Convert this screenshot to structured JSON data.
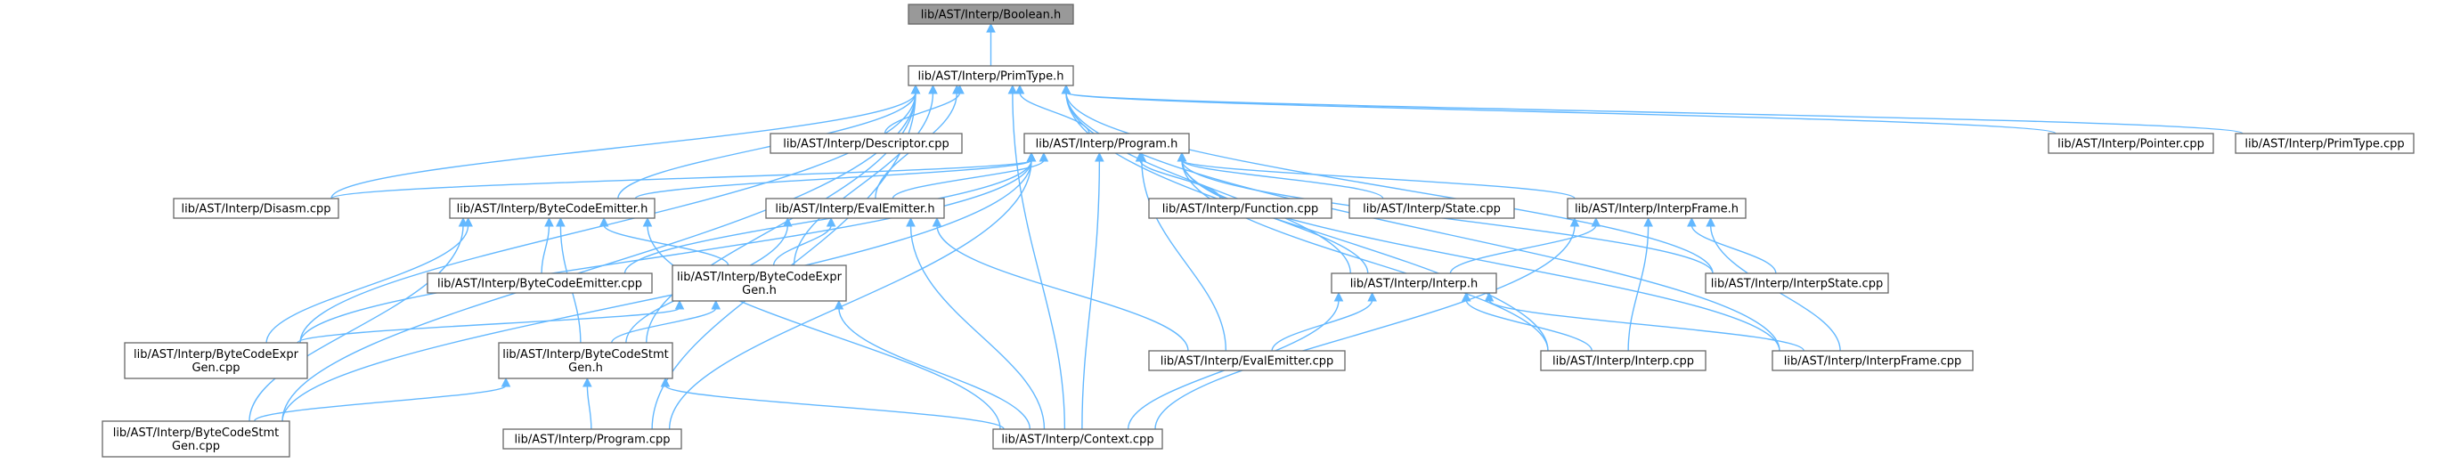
{
  "diagram": {
    "nodes": [
      {
        "id": "boolean",
        "lines": [
          "lib/AST/Interp/Boolean.h"
        ],
        "root": true
      },
      {
        "id": "primtype_h",
        "lines": [
          "lib/AST/Interp/PrimType.h"
        ]
      },
      {
        "id": "descriptor_cpp",
        "lines": [
          "lib/AST/Interp/Descriptor.cpp"
        ]
      },
      {
        "id": "program_h",
        "lines": [
          "lib/AST/Interp/Program.h"
        ]
      },
      {
        "id": "pointer_cpp",
        "lines": [
          "lib/AST/Interp/Pointer.cpp"
        ]
      },
      {
        "id": "primtype_cpp",
        "lines": [
          "lib/AST/Interp/PrimType.cpp"
        ]
      },
      {
        "id": "disasm_cpp",
        "lines": [
          "lib/AST/Interp/Disasm.cpp"
        ]
      },
      {
        "id": "bce_h",
        "lines": [
          "lib/AST/Interp/ByteCodeEmitter.h"
        ]
      },
      {
        "id": "evalemitter_h",
        "lines": [
          "lib/AST/Interp/EvalEmitter.h"
        ]
      },
      {
        "id": "function_cpp",
        "lines": [
          "lib/AST/Interp/Function.cpp"
        ]
      },
      {
        "id": "state_cpp",
        "lines": [
          "lib/AST/Interp/State.cpp"
        ]
      },
      {
        "id": "interpframe_h",
        "lines": [
          "lib/AST/Interp/InterpFrame.h"
        ]
      },
      {
        "id": "bce_cpp",
        "lines": [
          "lib/AST/Interp/ByteCodeEmitter.cpp"
        ]
      },
      {
        "id": "bcexpr_h",
        "lines": [
          "lib/AST/Interp/ByteCodeExpr",
          "Gen.h"
        ]
      },
      {
        "id": "interp_h",
        "lines": [
          "lib/AST/Interp/Interp.h"
        ]
      },
      {
        "id": "interpstate_cpp",
        "lines": [
          "lib/AST/Interp/InterpState.cpp"
        ]
      },
      {
        "id": "bcexpr_cpp",
        "lines": [
          "lib/AST/Interp/ByteCodeExpr",
          "Gen.cpp"
        ]
      },
      {
        "id": "bcstmt_h",
        "lines": [
          "lib/AST/Interp/ByteCodeStmt",
          "Gen.h"
        ]
      },
      {
        "id": "evalemitter_cpp",
        "lines": [
          "lib/AST/Interp/EvalEmitter.cpp"
        ]
      },
      {
        "id": "interp_cpp",
        "lines": [
          "lib/AST/Interp/Interp.cpp"
        ]
      },
      {
        "id": "interpframe_cpp",
        "lines": [
          "lib/AST/Interp/InterpFrame.cpp"
        ]
      },
      {
        "id": "bcstmt_cpp",
        "lines": [
          "lib/AST/Interp/ByteCodeStmt",
          "Gen.cpp"
        ]
      },
      {
        "id": "program_cpp",
        "lines": [
          "lib/AST/Interp/Program.cpp"
        ]
      },
      {
        "id": "context_cpp",
        "lines": [
          "lib/AST/Interp/Context.cpp"
        ]
      }
    ],
    "edges": [
      [
        "primtype_h",
        "boolean"
      ],
      [
        "descriptor_cpp",
        "primtype_h"
      ],
      [
        "program_h",
        "primtype_h"
      ],
      [
        "pointer_cpp",
        "primtype_h"
      ],
      [
        "primtype_cpp",
        "primtype_h"
      ],
      [
        "disasm_cpp",
        "primtype_h"
      ],
      [
        "bce_h",
        "primtype_h"
      ],
      [
        "evalemitter_h",
        "primtype_h"
      ],
      [
        "bcexpr_h",
        "primtype_h"
      ],
      [
        "interp_h",
        "primtype_h"
      ],
      [
        "interpstate_cpp",
        "primtype_h"
      ],
      [
        "bcexpr_cpp",
        "primtype_h"
      ],
      [
        "bcstmt_h",
        "primtype_h"
      ],
      [
        "interp_cpp",
        "primtype_h"
      ],
      [
        "interpframe_cpp",
        "primtype_h"
      ],
      [
        "bcstmt_cpp",
        "primtype_h"
      ],
      [
        "program_cpp",
        "primtype_h"
      ],
      [
        "context_cpp",
        "primtype_h"
      ],
      [
        "disasm_cpp",
        "program_h"
      ],
      [
        "bce_h",
        "program_h"
      ],
      [
        "evalemitter_h",
        "program_h"
      ],
      [
        "function_cpp",
        "program_h"
      ],
      [
        "state_cpp",
        "program_h"
      ],
      [
        "interpframe_h",
        "program_h"
      ],
      [
        "bce_cpp",
        "program_h"
      ],
      [
        "interp_h",
        "program_h"
      ],
      [
        "interpstate_cpp",
        "program_h"
      ],
      [
        "bcexpr_cpp",
        "program_h"
      ],
      [
        "evalemitter_cpp",
        "program_h"
      ],
      [
        "interp_cpp",
        "program_h"
      ],
      [
        "interpframe_cpp",
        "program_h"
      ],
      [
        "bcstmt_cpp",
        "program_h"
      ],
      [
        "program_cpp",
        "program_h"
      ],
      [
        "context_cpp",
        "program_h"
      ],
      [
        "bce_cpp",
        "bce_h"
      ],
      [
        "bcexpr_h",
        "bce_h"
      ],
      [
        "bcexpr_cpp",
        "bce_h"
      ],
      [
        "bcstmt_h",
        "bce_h"
      ],
      [
        "bcstmt_cpp",
        "bce_h"
      ],
      [
        "context_cpp",
        "bce_h"
      ],
      [
        "bcexpr_h",
        "evalemitter_h"
      ],
      [
        "bcstmt_h",
        "evalemitter_h"
      ],
      [
        "evalemitter_cpp",
        "evalemitter_h"
      ],
      [
        "context_cpp",
        "evalemitter_h"
      ],
      [
        "interp_h",
        "interpframe_h"
      ],
      [
        "interpstate_cpp",
        "interpframe_h"
      ],
      [
        "interp_cpp",
        "interpframe_h"
      ],
      [
        "interpframe_cpp",
        "interpframe_h"
      ],
      [
        "context_cpp",
        "interpframe_h"
      ],
      [
        "bcexpr_cpp",
        "bcexpr_h"
      ],
      [
        "bcstmt_h",
        "bcexpr_h"
      ],
      [
        "context_cpp",
        "bcexpr_h"
      ],
      [
        "evalemitter_cpp",
        "interp_h"
      ],
      [
        "interp_cpp",
        "interp_h"
      ],
      [
        "interpframe_cpp",
        "interp_h"
      ],
      [
        "context_cpp",
        "interp_h"
      ],
      [
        "bcstmt_cpp",
        "bcstmt_h"
      ],
      [
        "program_cpp",
        "bcstmt_h"
      ],
      [
        "context_cpp",
        "bcstmt_h"
      ]
    ]
  }
}
